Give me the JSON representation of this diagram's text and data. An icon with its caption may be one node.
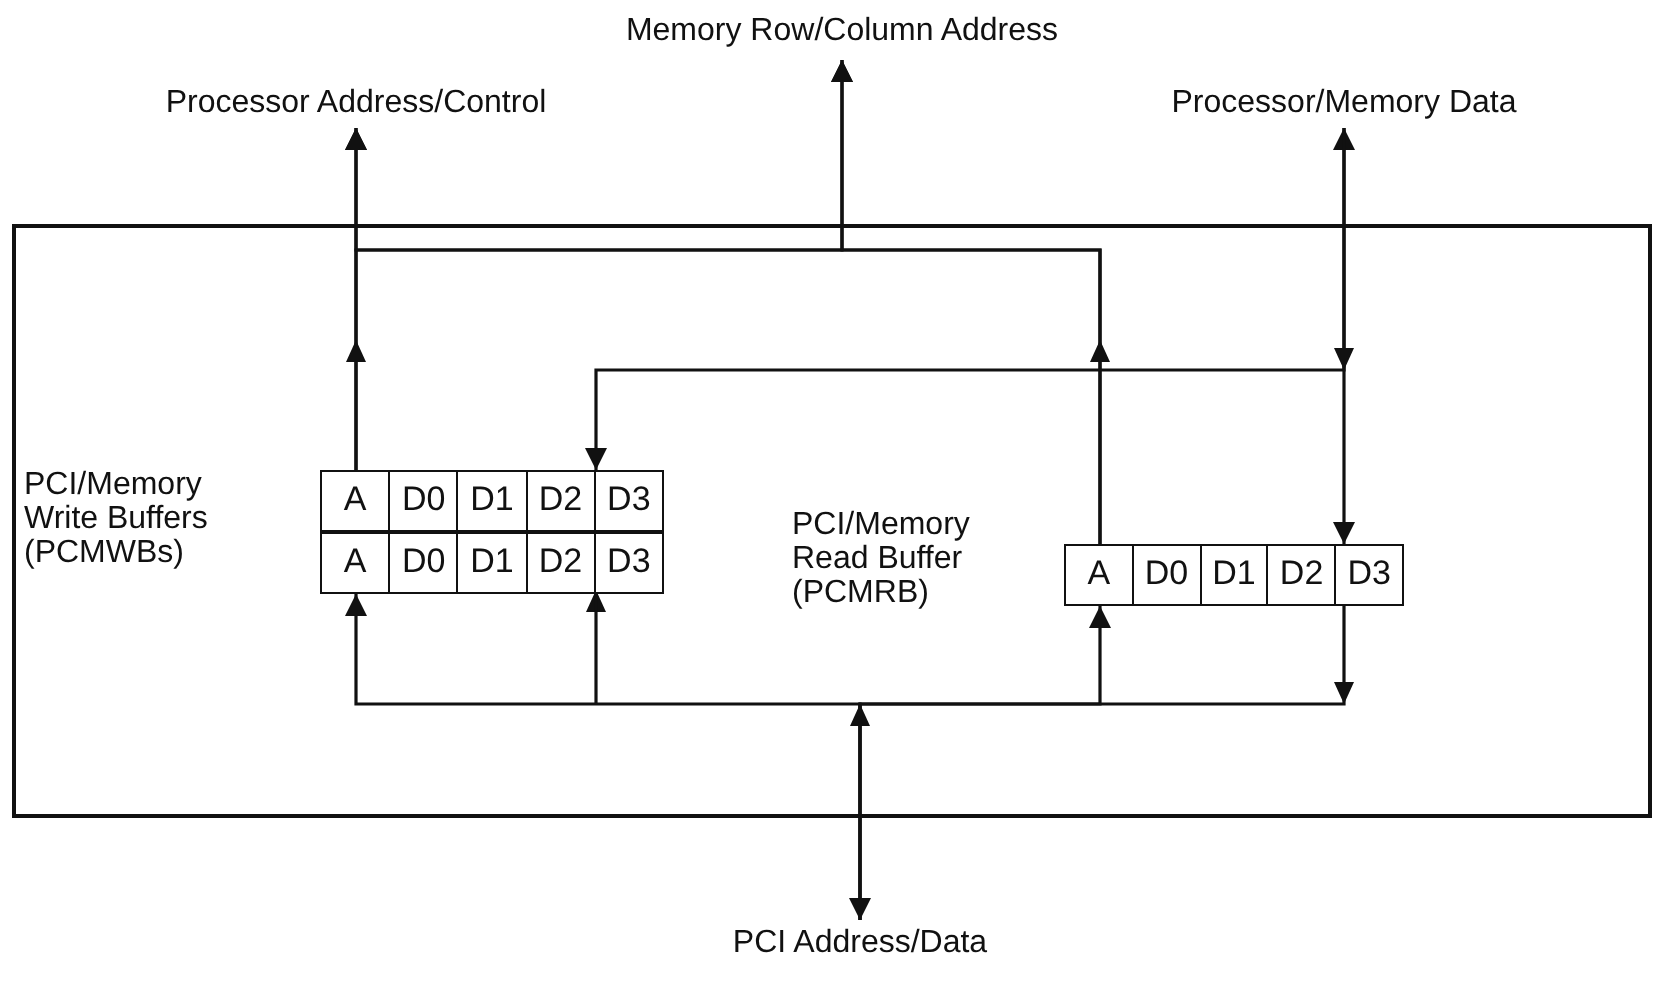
{
  "diagram": {
    "nodes": [
      {
        "text": [
          "Memory Row/Column Address"
        ]
      },
      {
        "text": [
          "Processor Address/Control"
        ]
      },
      {
        "text": [
          "Processor/Memory Data"
        ]
      },
      {
        "text": [],
        "shape": "box"
      },
      {
        "text": [
          "PCI/Memory Write Buffers (PCMWBs)"
        ],
        "in": 3
      },
      {
        "text": [
          "A",
          "D0",
          "D1",
          "D2",
          "D3"
        ],
        "in": 4
      },
      {
        "text": [
          "A",
          "D0",
          "D1",
          "D2",
          "D3"
        ],
        "in": 4
      },
      {
        "text": [
          "PCI/Memory Read Buffer (PCMRB)"
        ],
        "in": 3
      },
      {
        "text": [
          "A",
          "D0",
          "D1",
          "D2",
          "D3"
        ],
        "in": 7
      },
      {
        "text": [
          "PCI Address/Data"
        ]
      }
    ],
    "edges": [
      {
        "from": 5,
        "to": 1,
        "arrow": "to"
      },
      {
        "from": 5,
        "to": 0,
        "arrow": "to"
      },
      {
        "from": 8,
        "to": 1,
        "arrow": "to"
      },
      {
        "from": 8,
        "to": 0,
        "arrow": "to"
      },
      {
        "from": 2,
        "to": 5,
        "arrow": "both"
      },
      {
        "from": 2,
        "to": 8,
        "arrow": "to"
      },
      {
        "from": 9,
        "to": 6,
        "arrow": "to"
      },
      {
        "from": 9,
        "to": 8,
        "arrow": "to"
      },
      {
        "from": 8,
        "to": 9,
        "arrow": "to"
      }
    ]
  }
}
